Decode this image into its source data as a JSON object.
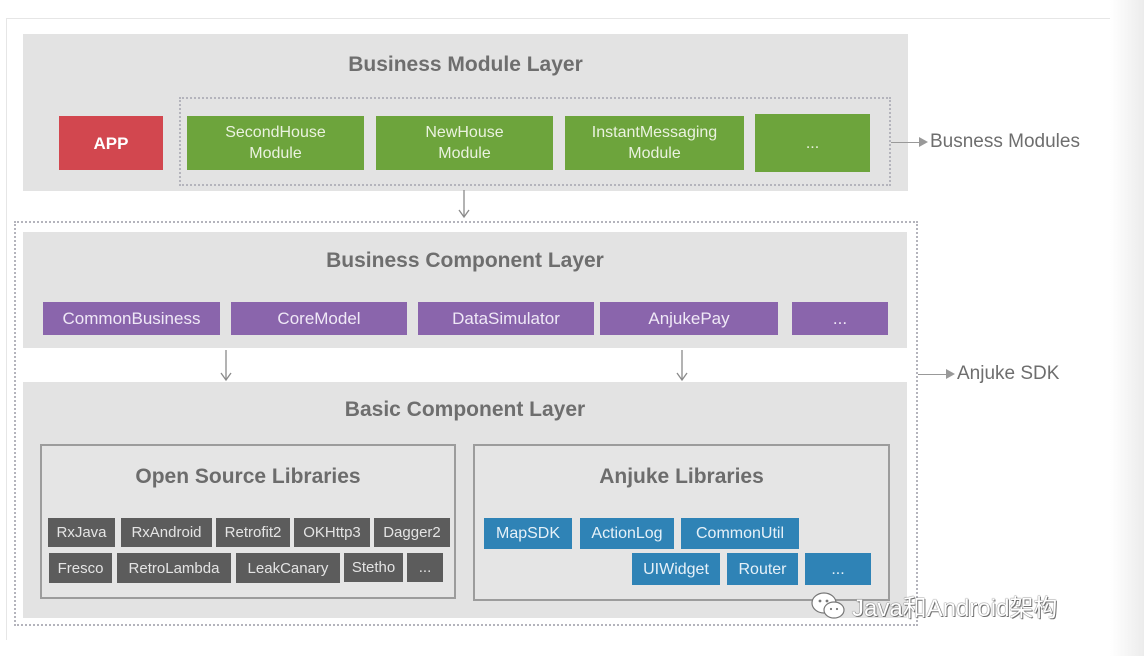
{
  "business_module_layer": {
    "title": "Business Module Layer",
    "app_label": "APP",
    "modules": [
      {
        "line1": "SecondHouse",
        "line2": "Module"
      },
      {
        "line1": "NewHouse",
        "line2": "Module"
      },
      {
        "line1": "InstantMessaging",
        "line2": "Module"
      },
      {
        "line1": "...",
        "line2": ""
      }
    ],
    "callout": "Busness Modules"
  },
  "business_component_layer": {
    "title": "Business Component Layer",
    "components": [
      "CommonBusiness",
      "CoreModel",
      "DataSimulator",
      "AnjukePay",
      "..."
    ]
  },
  "sdk_callout": "Anjuke SDK",
  "basic_component_layer": {
    "title": "Basic Component Layer",
    "open_source": {
      "title": "Open Source Libraries",
      "row1": [
        "RxJava",
        "RxAndroid",
        "Retrofit2",
        "OKHttp3",
        "Dagger2"
      ],
      "row2": [
        "Fresco",
        "RetroLambda",
        "LeakCanary",
        "Stetho",
        "..."
      ]
    },
    "anjuke": {
      "title": "Anjuke Libraries",
      "row1": [
        "MapSDK",
        "ActionLog",
        "CommonUtil"
      ],
      "row2": [
        "UIWidget",
        "Router",
        "..."
      ]
    }
  },
  "watermark": "Java和Android架构",
  "colors": {
    "app": "#d2474f",
    "module": "#6da43c",
    "component": "#8a65ac",
    "open_source_lib": "#5c5c5c",
    "anjuke_lib": "#2f83b6",
    "layer_bg": "#e3e3e3"
  }
}
